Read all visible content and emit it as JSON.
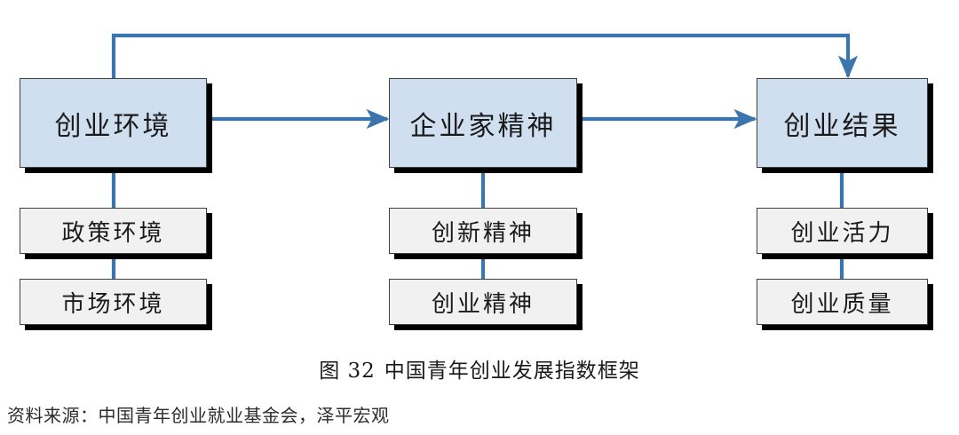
{
  "figure": {
    "caption_number": "图 32",
    "caption_title": "中国青年创业发展指数框架",
    "source": "资料来源：中国青年创业就业基金会，泽平宏观",
    "accent_color": "#3b75ad",
    "primary_fill": "#cfdfef",
    "secondary_fill": "#f1f1f1",
    "border_color": "#3f3f3f",
    "shadow_color": "#000000",
    "text_color": "#1a1a1a"
  },
  "columns": [
    {
      "id": "environment",
      "primary": "创业环境",
      "sub": [
        "政策环境",
        "市场环境"
      ]
    },
    {
      "id": "entrepreneurship",
      "primary": "企业家精神",
      "sub": [
        "创新精神",
        "创业精神"
      ]
    },
    {
      "id": "outcome",
      "primary": "创业结果",
      "sub": [
        "创业活力",
        "创业质量"
      ]
    }
  ],
  "connectors": [
    {
      "id": "env-to-spirit",
      "type": "arrow",
      "from": "创业环境",
      "to": "企业家精神"
    },
    {
      "id": "spirit-to-result",
      "type": "arrow",
      "from": "企业家精神",
      "to": "创业结果"
    },
    {
      "id": "env-to-result-feedback",
      "type": "arrow",
      "from": "创业环境",
      "to": "创业结果"
    },
    {
      "id": "env-stem",
      "type": "line",
      "from": "创业环境",
      "to": "政策环境"
    },
    {
      "id": "env-stem-2",
      "type": "line",
      "from": "政策环境",
      "to": "市场环境"
    },
    {
      "id": "spirit-stem",
      "type": "line",
      "from": "企业家精神",
      "to": "创新精神"
    },
    {
      "id": "spirit-stem-2",
      "type": "line",
      "from": "创新精神",
      "to": "创业精神"
    },
    {
      "id": "result-stem",
      "type": "line",
      "from": "创业结果",
      "to": "创业活力"
    },
    {
      "id": "result-stem-2",
      "type": "line",
      "from": "创业活力",
      "to": "创业质量"
    }
  ]
}
